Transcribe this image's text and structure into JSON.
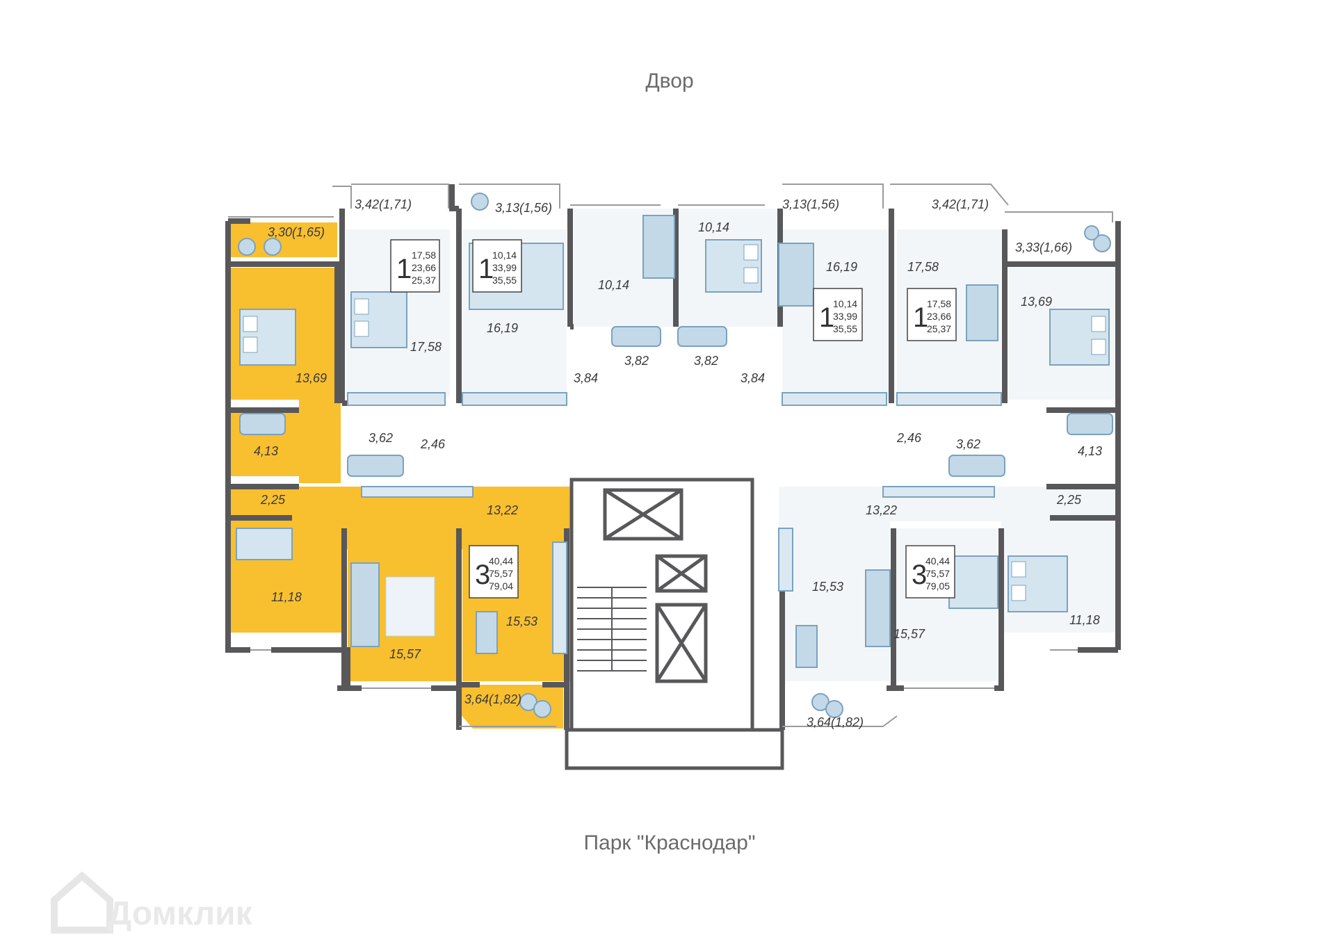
{
  "orientation": {
    "top": "Двор",
    "bottom": "Парк \"Краснодар\""
  },
  "watermark": "Домклик",
  "colors": {
    "highlight": "#f8bf2f",
    "wall": "#58585a",
    "floor": "#f2f6f8",
    "furniture": "#b9d4e6",
    "furniture_dark": "#7aa2bf"
  },
  "apartments": [
    {
      "rooms": "1",
      "areas": [
        "17,58",
        "23,66",
        "25,37"
      ]
    },
    {
      "rooms": "1",
      "areas": [
        "10,14",
        "33,99",
        "35,55"
      ]
    },
    {
      "rooms": "1",
      "areas": [
        "10,14",
        "33,99",
        "35,55"
      ]
    },
    {
      "rooms": "1",
      "areas": [
        "17,58",
        "23,66",
        "25,37"
      ]
    },
    {
      "rooms": "3",
      "areas": [
        "40,44",
        "75,57",
        "79,04"
      ]
    },
    {
      "rooms": "3",
      "areas": [
        "40,44",
        "75,57",
        "79,05"
      ]
    }
  ],
  "room_labels": [
    "3,30(1,65)",
    "3,42(1,71)",
    "3,13(1,56)",
    "10,14",
    "10,14",
    "3,13(1,56)",
    "3,42(1,71)",
    "3,33(1,66)",
    "13,69",
    "17,58",
    "16,19",
    "3,82",
    "3,82",
    "3,84",
    "3,84",
    "16,19",
    "17,58",
    "13,69",
    "4,13",
    "3,62",
    "2,46",
    "2,46",
    "3,62",
    "4,13",
    "2,25",
    "13,22",
    "13,22",
    "2,25",
    "11,18",
    "15,57",
    "15,53",
    "15,53",
    "15,57",
    "11,18",
    "3,64(1,82)",
    "3,64(1,82)"
  ]
}
